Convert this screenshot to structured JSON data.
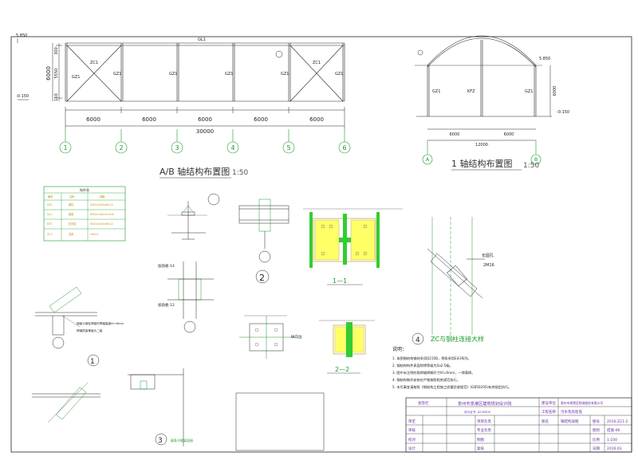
{
  "frame_a": {
    "title": "A/B 轴结构布置图",
    "scale": "1:50",
    "beam_label": "GL1",
    "brace_label": "ZC1",
    "column_label": "GZ1",
    "height_total": "6000",
    "height_segments": [
      "300",
      "5550",
      "150"
    ],
    "level_top": "5.850",
    "level_bottom": "-0.150",
    "spans": [
      "6000",
      "6000",
      "6000",
      "6000",
      "6000"
    ],
    "total_span": "30000",
    "axes": [
      "1",
      "2",
      "3",
      "4",
      "5",
      "6"
    ]
  },
  "frame_1": {
    "title": "1  轴结构布置图",
    "scale": "1:50",
    "columns": [
      "GZ1",
      "KFZ",
      "GZ1"
    ],
    "height": "6000",
    "spans": [
      "6000",
      "6000"
    ],
    "total_span": "12000",
    "axes": [
      "A",
      "B"
    ],
    "level_top": "5.850",
    "level_bottom": "-0.150"
  },
  "member_table": {
    "header": "构件表",
    "columns": [
      "编号",
      "名称",
      "规格"
    ],
    "rows": [
      [
        "GZ1",
        "钢柱",
        "H200×200×8×12"
      ],
      [
        "GL1",
        "钢梁",
        "H200×100×5.5×8"
      ],
      [
        "KFZ",
        "抗风柱",
        "H200×200×8×12"
      ],
      [
        "ZC1",
        "支撑",
        "L63×5"
      ]
    ]
  },
  "details": {
    "d1_label": "1",
    "d2_label": "2",
    "d3_label": "3",
    "d3_caption": "檩条与钢梁连接",
    "d4_label": "4",
    "d4_caption": "ZC与钢柱连接大样",
    "section_11": "1—1",
    "section_22": "2—2",
    "stiffener_a": "加劲板-14",
    "stiffener_b": "加劲板-12",
    "bolt_hole": "长圆孔",
    "bolt_spec": "2M16",
    "note_1_a": "钢板与钢柱焊接时焊缝高度hf=6mm",
    "note_1_b": "焊缝质量等级为二级",
    "edge_label": "纵向边"
  },
  "notes": {
    "title": "说明：",
    "items": [
      "1. 本图钢结构钢材采用Q235B，焊条采用E43系列。",
      "2. 钢结构构件表面除锈等级为Sa2.5级。",
      "3. 图中未注明的角焊缝焊脚尺寸hf=6mm，一律满焊。",
      "4. 钢结构制作安装应严格按照相关规范执行。",
      "5. 未尽事宜请按照《钢结构工程施工质量验收规范》(GB50205)有关规定执行。"
    ]
  },
  "title_block": {
    "stamp_label": "会签栏",
    "institute": "泉州市泉港区建筑规划设计院",
    "license": "设计证书: A235000",
    "client_label": "建设单位",
    "client": "泉州市泉港区物流服务有限公司",
    "project_label": "工程名称",
    "project": "污水泵房屋盖",
    "drawing_label": "图名",
    "drawing": "钢结构详图",
    "drawing_no_label": "图号",
    "drawing_no": "2016-Z21-2",
    "sheet_label": "图别",
    "sheet": "结施-06",
    "scale_label": "比例",
    "scale": "1:100",
    "date_label": "日期",
    "date": "2016.03",
    "roles": [
      "审定",
      "审核",
      "校对",
      "设计",
      "项目负责",
      "专业负责",
      "制图",
      "复核"
    ]
  }
}
